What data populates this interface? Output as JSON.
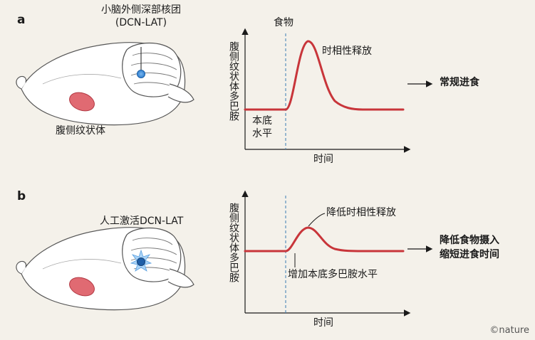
{
  "panels": {
    "a": {
      "label": "a",
      "region_label_line1": "小脑外侧深部核团",
      "region_label_line2": "(DCN-LAT)",
      "striatum_label": "腹侧纹状体",
      "ylabel": "腹侧纹状体多巴胺",
      "food_label": "食物",
      "peak_label": "时相性释放",
      "baseline_label_line1": "本底",
      "baseline_label_line2": "水平",
      "xlabel": "时间",
      "outcome": "常规进食"
    },
    "b": {
      "label": "b",
      "activation_label": "人工激活DCN-LAT",
      "ylabel": "腹侧纹状体多巴胺",
      "peak_label": "降低时相性释放",
      "baseline_label": "增加本底多巴胺水平",
      "xlabel": "时间",
      "outcome_line1": "降低食物摄入",
      "outcome_line2": "缩短进食时间"
    }
  },
  "credit": "©nature",
  "colors": {
    "curve": "#c8353a",
    "dcn": "#2f7fd0",
    "striatum": "#e06a72",
    "dashed": "#4a86b8"
  }
}
